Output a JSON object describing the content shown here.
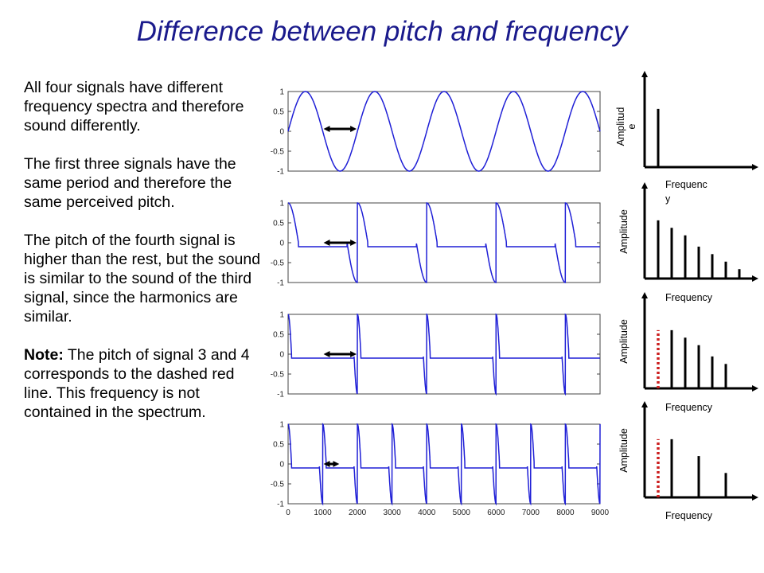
{
  "title": "Difference between pitch and frequency",
  "paragraphs": [
    "All four signals have different frequency spectra and therefore sound differently.",
    "The first three signals have the same period and therefore the same perceived pitch.",
    "The pitch of the fourth signal is higher than the rest, but the sound is similar to the sound of the third signal, since the harmonics are similar."
  ],
  "note": {
    "label": "Note:",
    "text": " The pitch of signal 3 and 4 corresponds to the dashed red line. This frequency is not contained in the spectrum."
  },
  "colors": {
    "title": "#1a1a8c",
    "signal": "#1f1fd6",
    "spectrum": "#000000",
    "pitch_line": "#cc1f1f",
    "arrow": "#000000"
  },
  "chart_data": [
    {
      "type": "line",
      "name": "signal-1",
      "xlim": [
        0,
        9000
      ],
      "ylim": [
        -1,
        1
      ],
      "yticks": [
        1,
        0.5,
        0,
        -0.5,
        -1
      ],
      "xticks": [],
      "waveform": "sine",
      "period": 2000,
      "arrow_x": [
        1000,
        2000
      ]
    },
    {
      "type": "line",
      "name": "signal-2",
      "xlim": [
        0,
        9000
      ],
      "ylim": [
        -1,
        1
      ],
      "yticks": [
        1,
        0.5,
        0,
        -0.5,
        -1
      ],
      "xticks": [],
      "waveform": "pulse",
      "period": 2000,
      "pulse_width": 300,
      "plateau": -0.1,
      "arrow_x": [
        1000,
        2000
      ]
    },
    {
      "type": "line",
      "name": "signal-3",
      "xlim": [
        0,
        9000
      ],
      "ylim": [
        -1,
        1
      ],
      "yticks": [
        1,
        0.5,
        0,
        -0.5,
        -1
      ],
      "xticks": [],
      "waveform": "pulse",
      "period": 2000,
      "pulse_width": 100,
      "plateau": -0.1,
      "arrow_x": [
        1000,
        2000
      ]
    },
    {
      "type": "line",
      "name": "signal-4",
      "xlim": [
        0,
        9000
      ],
      "ylim": [
        -1,
        1
      ],
      "yticks": [
        1,
        0.5,
        0,
        -0.5,
        -1
      ],
      "xticks": [
        0,
        1000,
        2000,
        3000,
        4000,
        5000,
        6000,
        7000,
        8000,
        9000
      ],
      "waveform": "pulse",
      "period": 1000,
      "pulse_width": 100,
      "plateau": -0.1,
      "arrow_x": [
        1000,
        1500
      ]
    },
    {
      "type": "bar",
      "name": "spectrum-1",
      "xlabel": "Frequenc y",
      "ylabel": "Amplitud e",
      "harmonics": [
        1
      ],
      "values": [
        0.62
      ],
      "pitch": null
    },
    {
      "type": "bar",
      "name": "spectrum-2",
      "xlabel": "Frequency",
      "ylabel": "Amplitude",
      "harmonics": [
        1,
        2,
        3,
        4,
        5,
        6,
        7
      ],
      "values": [
        0.62,
        0.54,
        0.46,
        0.34,
        0.26,
        0.18,
        0.1
      ],
      "pitch": null
    },
    {
      "type": "bar",
      "name": "spectrum-3",
      "xlabel": "Frequency",
      "ylabel": "Amplitude",
      "harmonics": [
        2,
        3,
        4,
        5,
        6
      ],
      "values": [
        0.62,
        0.54,
        0.46,
        0.34,
        0.26
      ],
      "pitch": 1
    },
    {
      "type": "bar",
      "name": "spectrum-4",
      "xlabel": "Frequency",
      "ylabel": "Amplitude",
      "harmonics": [
        2,
        4,
        6
      ],
      "values": [
        0.62,
        0.44,
        0.26
      ],
      "pitch": 1
    }
  ]
}
